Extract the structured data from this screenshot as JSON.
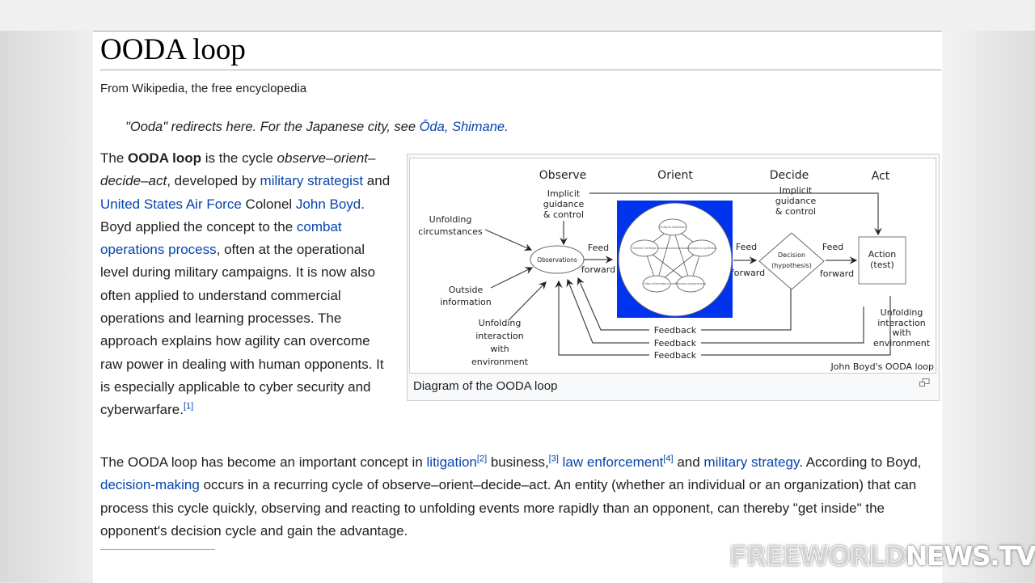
{
  "article": {
    "title": "OODA loop",
    "tagline": "From Wikipedia, the free encyclopedia",
    "hatnote": {
      "prefix": "\"Ooda\" redirects here. For the Japanese city, see ",
      "link": "Ōda, Shimane",
      "suffix": "."
    },
    "intro": {
      "t1": "The ",
      "b1": "OODA loop",
      "t2": " is the cycle ",
      "i1": "observe–orient–decide–act",
      "t3": ", developed by ",
      "l1": "military strategist",
      "t4": " and ",
      "l2": "United States Air Force",
      "t5": " Colonel ",
      "l3": "John Boyd",
      "t6": ". Boyd applied the concept to the ",
      "l4": "combat operations process",
      "t7": ", often at the operational level during military campaigns. It is now also often applied to understand commercial operations and learning processes. The approach explains how agility can overcome raw power in dealing with human opponents. It is especially applicable to cyber security and cyberwarfare.",
      "ref1": "[1]"
    },
    "para2": {
      "t1": "The OODA loop has become an important concept in ",
      "l1": "litigation",
      "r2": "[2]",
      "t2": " business,",
      "r3": "[3]",
      "t3": " ",
      "l2": "law enforcement",
      "r4": "[4]",
      "t4": " and ",
      "l3": "military strategy",
      "t5": ". According to Boyd, ",
      "l4": "decision-making",
      "t6": " occurs in a recurring cycle of observe–orient–decide–act. An entity (whether an individual or an organization) that can process this cycle quickly, observing and reacting to unfolding events more rapidly than an opponent, can thereby \"get inside\" the opponent's decision cycle and gain the advantage."
    }
  },
  "figure": {
    "caption": "Diagram of the OODA loop",
    "credit": "John Boyd's OODA loop",
    "phases": [
      "Observe",
      "Orient",
      "Decide",
      "Act"
    ],
    "implicit": [
      "Implicit",
      "guidance",
      "& control"
    ],
    "inputs": {
      "unfolding_circumstances": [
        "Unfolding",
        "circumstances"
      ],
      "outside_information": [
        "Outside",
        "information"
      ],
      "unfolding_interaction": [
        "Unfolding",
        "interaction",
        "with",
        "environment"
      ]
    },
    "observations": "Observations",
    "orient_nodes": [
      "Cultural traditions",
      "Genetic heritage",
      "Analysis & synthesis",
      "New information",
      "Previous experiences"
    ],
    "feed": "Feed",
    "forward": "forward",
    "decision": [
      "Decision",
      "(hypothesis)"
    ],
    "action": [
      "Action",
      "(test)"
    ],
    "feedback": "Feedback",
    "orient_color": "#0033ee"
  },
  "watermark": {
    "part1": "FREEWORLD",
    "part2": "NEWS.TV"
  }
}
